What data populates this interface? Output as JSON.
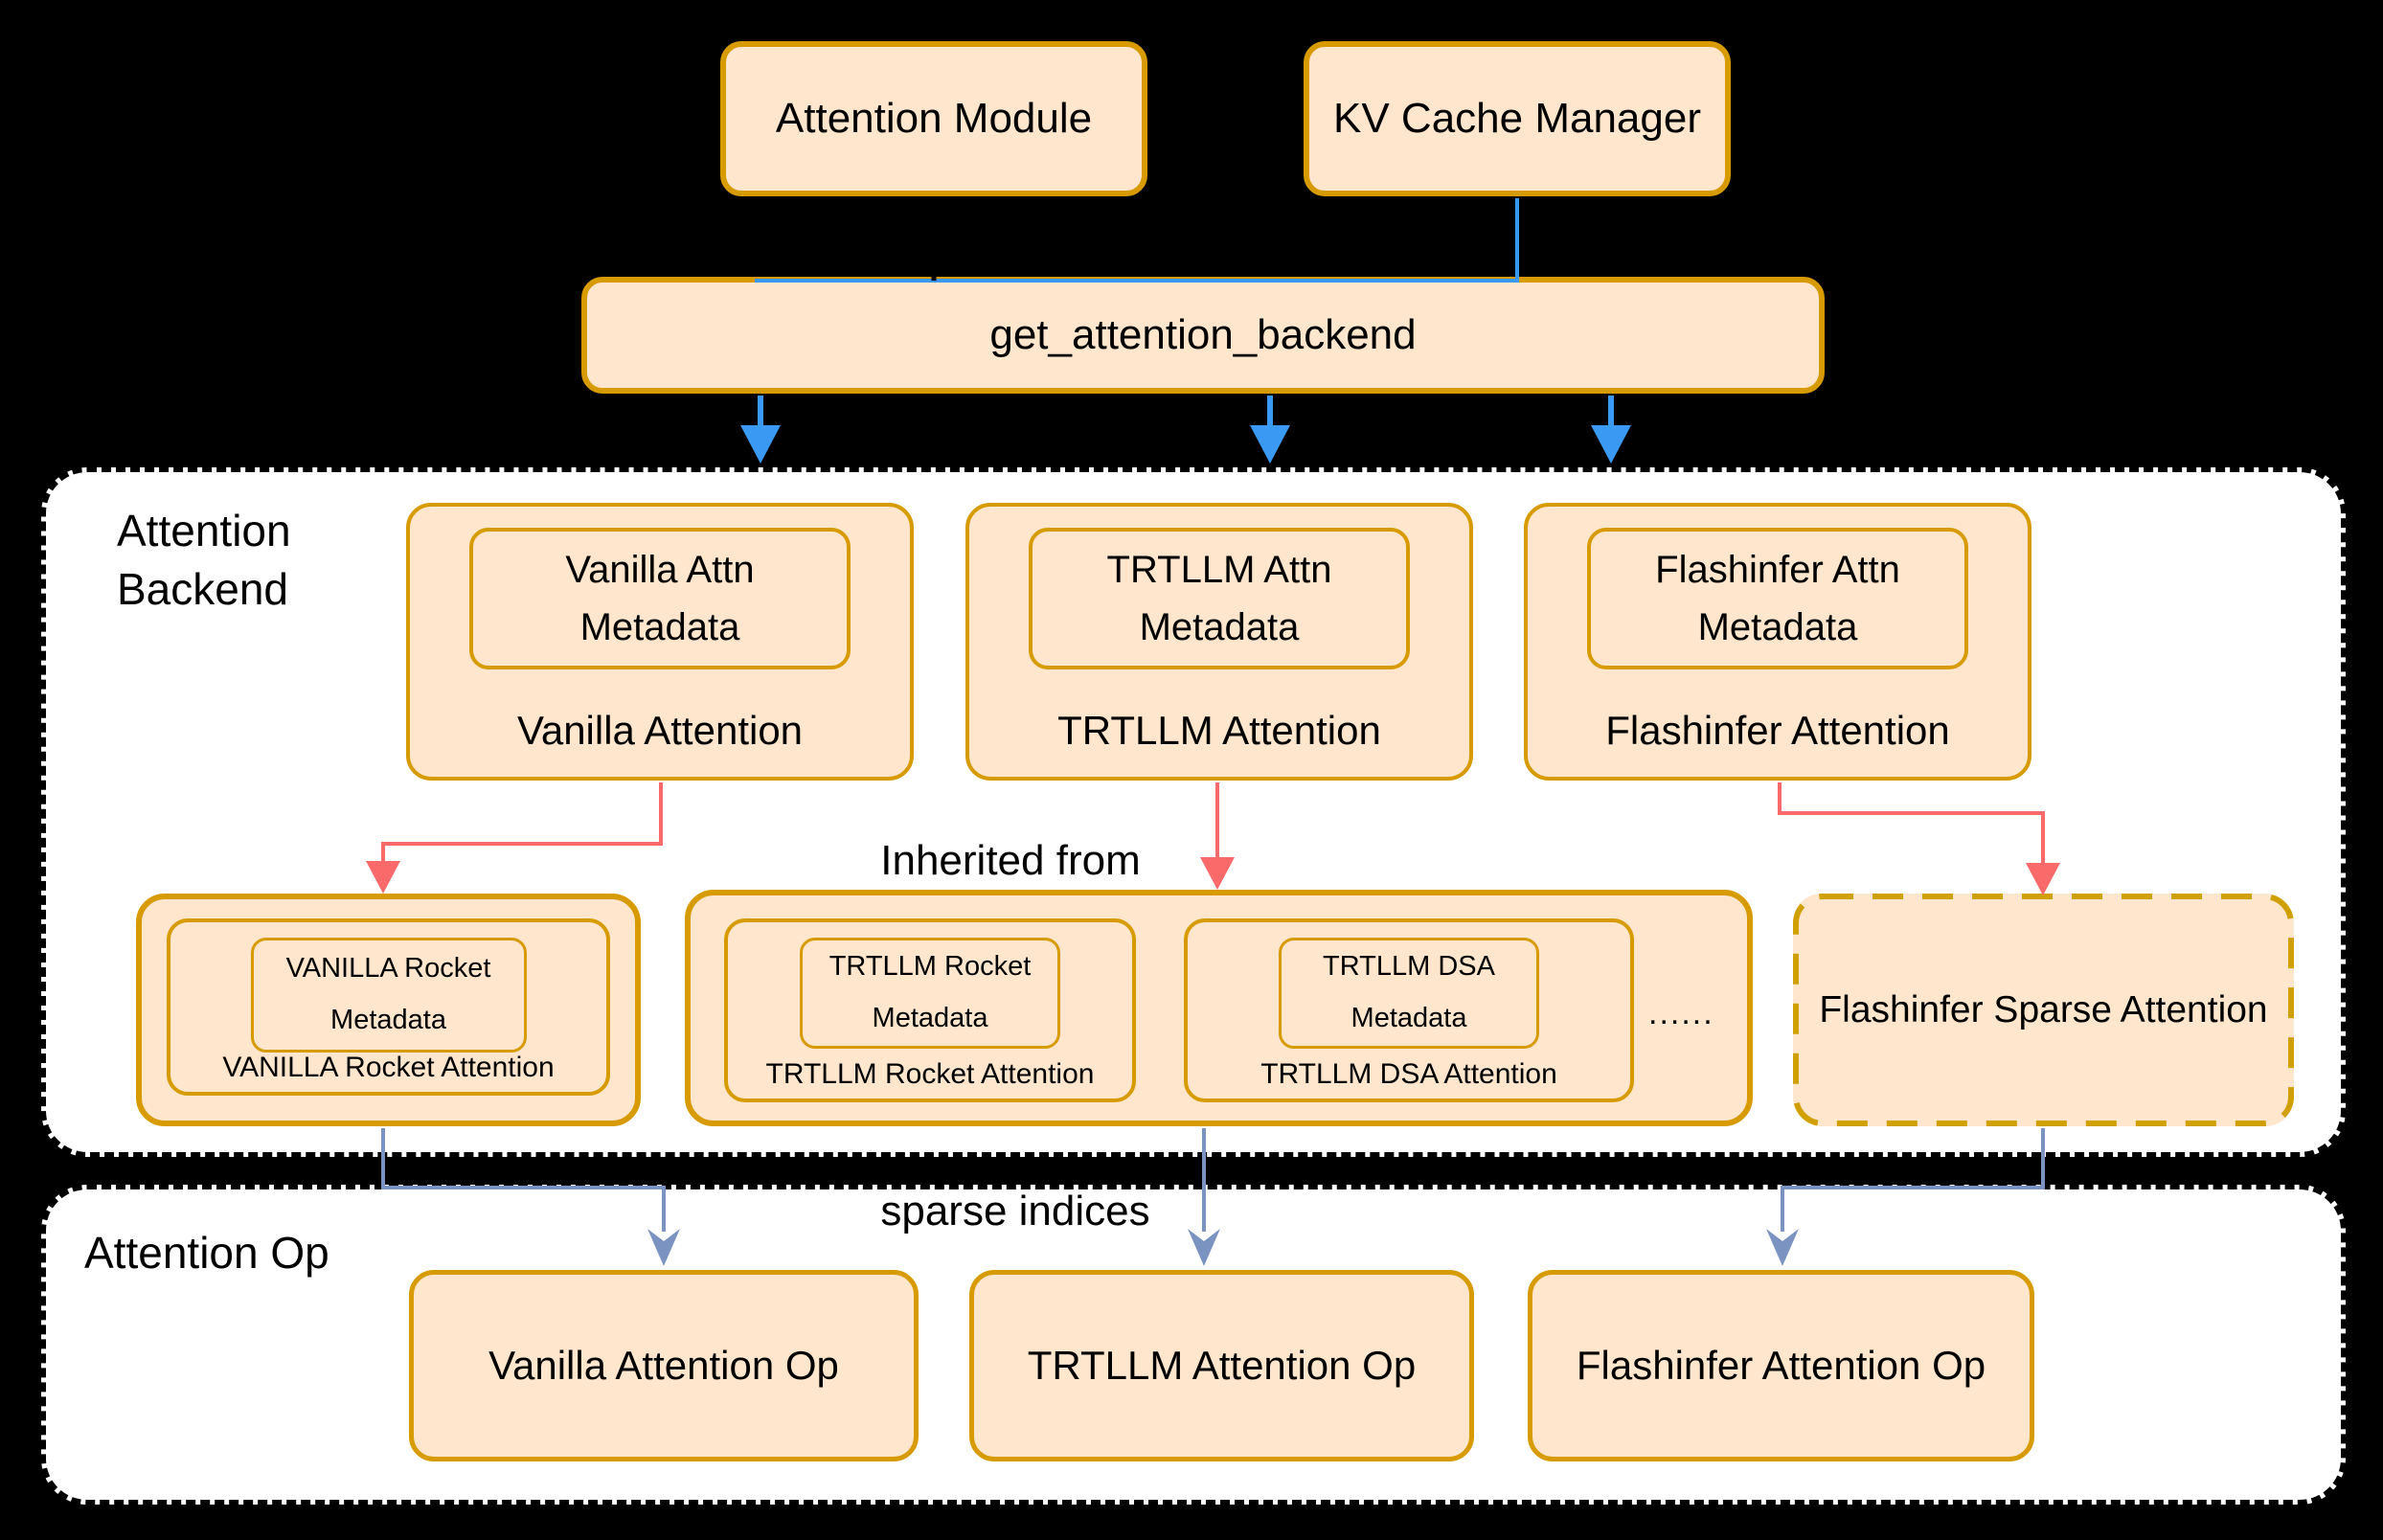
{
  "colors": {
    "background": "#000000",
    "box_fill": "#ffe6cc",
    "box_border": "#d79b00",
    "sparse_border": "#d0a000",
    "container_fill": "#ffffff",
    "container_border": "#000000",
    "arrow_blue": "#3a99f2",
    "arrow_red": "#fa6a6a",
    "arrow_steel": "#7a93c1",
    "text": "#000000"
  },
  "top": {
    "attention_module": "Attention Module",
    "kv_cache_manager": "KV Cache Manager",
    "get_attention_backend": "get_attention_backend"
  },
  "backend": {
    "section_label_line1": "Attention",
    "section_label_line2": "Backend",
    "inherited_from": "Inherited from",
    "vanilla": {
      "meta_line1": "Vanilla Attn",
      "meta_line2": "Metadata",
      "label": "Vanilla Attention"
    },
    "trtllm": {
      "meta_line1": "TRTLLM Attn",
      "meta_line2": "Metadata",
      "label": "TRTLLM Attention"
    },
    "flashinfer": {
      "meta_line1": "Flashinfer Attn",
      "meta_line2": "Metadata",
      "label": "Flashinfer Attention"
    },
    "vanilla_rocket": {
      "meta_line1": "VANILLA Rocket",
      "meta_line2": "Metadata",
      "label": "VANILLA Rocket Attention"
    },
    "trtllm_rocket": {
      "meta_line1": "TRTLLM Rocket",
      "meta_line2": "Metadata",
      "label": "TRTLLM Rocket Attention"
    },
    "trtllm_dsa": {
      "meta_line1": "TRTLLM DSA",
      "meta_line2": "Metadata",
      "label": "TRTLLM DSA Attention"
    },
    "ellipsis": "......",
    "flashinfer_sparse_label": "Flashinfer Sparse Attention"
  },
  "op": {
    "section_label": "Attention Op",
    "sparse_indices_label": "sparse indices",
    "vanilla_op": "Vanilla Attention Op",
    "trtllm_op": "TRTLLM Attention Op",
    "flashinfer_op": "Flashinfer Attention Op"
  }
}
